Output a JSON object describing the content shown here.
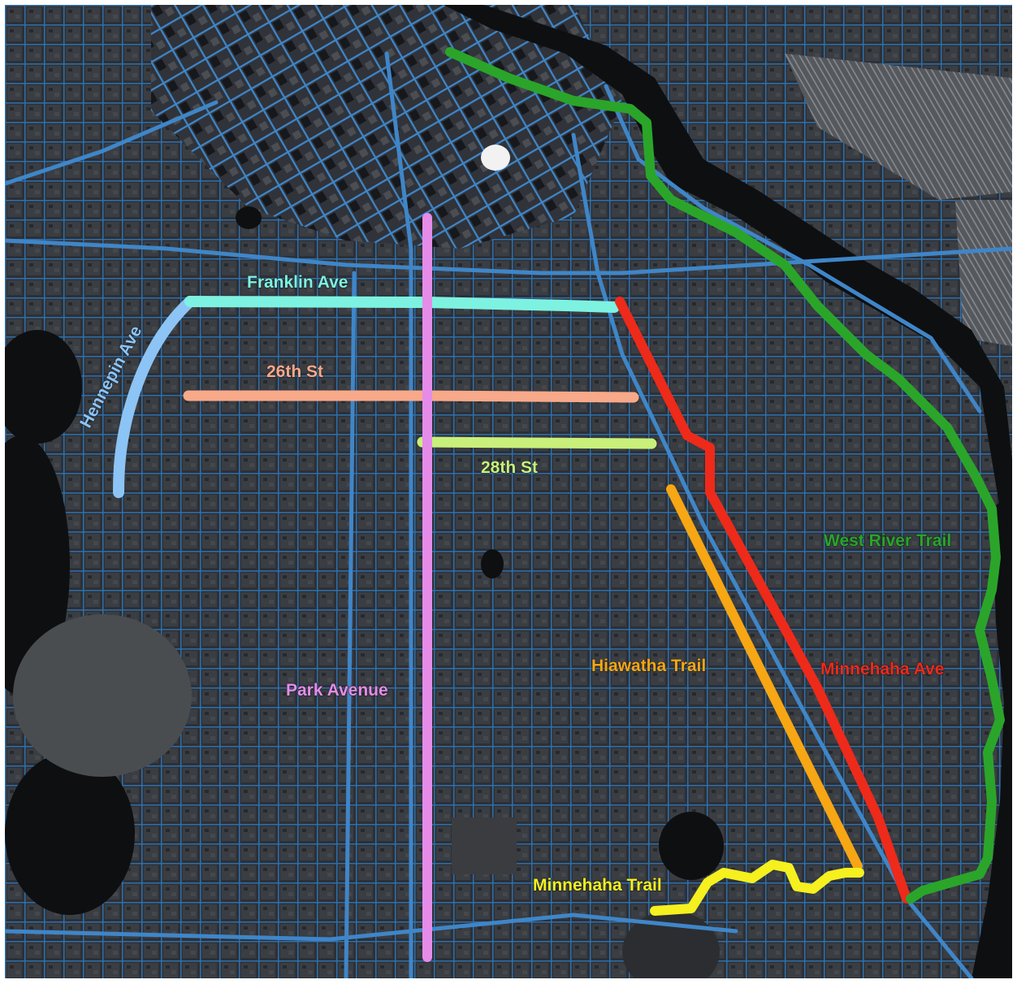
{
  "map": {
    "colors": {
      "background": "#2a2d33",
      "street_grid": "#2f6fa8",
      "major_road": "#3f86c8",
      "water": "#0e0f11",
      "rail": "#8a8d92"
    },
    "routes": {
      "franklin": {
        "label": "Franklin Ave",
        "color": "#7ef2e0"
      },
      "hennepin": {
        "label": "Hennepin Ave",
        "color": "#8cc4f5"
      },
      "st26": {
        "label": "26th St",
        "color": "#f7a98a"
      },
      "st28": {
        "label": "28th St",
        "color": "#c8f07a"
      },
      "park": {
        "label": "Park Avenue",
        "color": "#e58ce8"
      },
      "hiawatha": {
        "label": "Hiawatha Trail",
        "color": "#f7a614"
      },
      "minnehaha_ave": {
        "label": "Minnehaha Ave",
        "color": "#ee2a1a"
      },
      "west_river": {
        "label": "West River Trail",
        "color": "#2aa52a"
      },
      "minnehaha_trail": {
        "label": "Minnehaha Trail",
        "color": "#f5f01e"
      }
    }
  }
}
